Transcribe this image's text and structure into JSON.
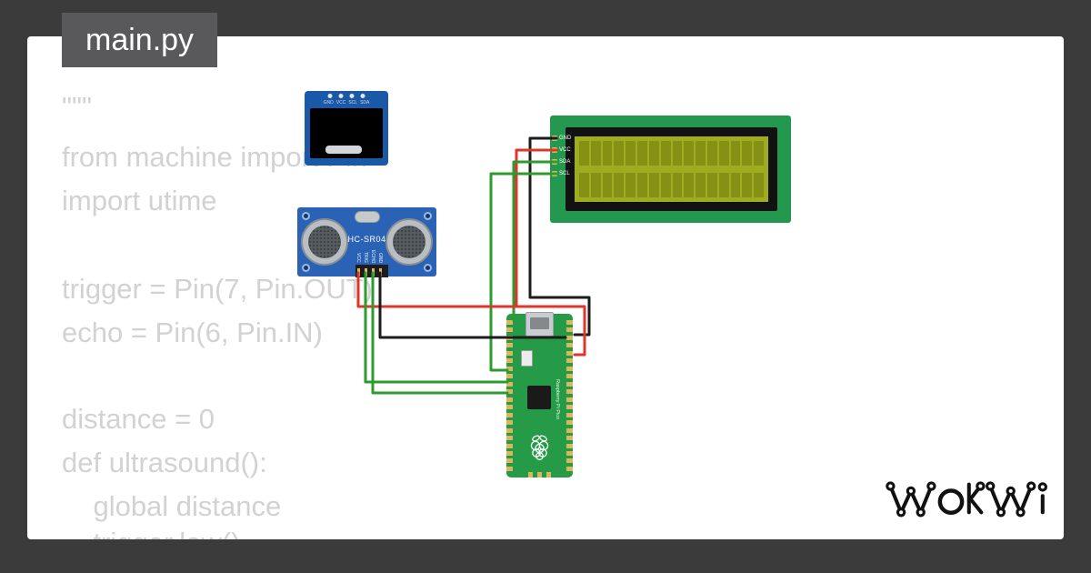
{
  "tab": {
    "label": "main.py"
  },
  "code": {
    "lines": [
      "\"\"\"",
      "from machine import Pin",
      "import utime",
      "",
      "trigger = Pin(7, Pin.OUT)",
      "echo = Pin(6, Pin.IN)",
      "",
      "distance = 0",
      "def ultrasound():",
      "    global distance",
      "    trigger.low()"
    ]
  },
  "components": {
    "oled": {
      "pins": [
        "GND",
        "VCC",
        "SCL",
        "SDA"
      ]
    },
    "ultrasonic": {
      "label": "HC-SR04",
      "pins": [
        "VCC",
        "TRIG",
        "ECHO",
        "GND"
      ]
    },
    "lcd": {
      "pins": [
        "GND",
        "VCC",
        "SDA",
        "SCL"
      ]
    },
    "pico": {
      "board_text": "Raspberry Pi Pico"
    }
  },
  "logo": {
    "text": "WOKWI"
  },
  "colors": {
    "background": "#3b3b3c",
    "card": "#ffffff",
    "tab": "#59595b",
    "code_text": "#d2d2d2",
    "oled_blue": "#1a58a8",
    "sensor_blue": "#2a63b5",
    "lcd_green": "#23984e",
    "lcd_screen": "#9fac20",
    "pico_green": "#259b47",
    "pad_gold": "#d9b75c",
    "wire_red": "#e0352b",
    "wire_green": "#2e9b2e",
    "wire_black": "#1c1c1c"
  }
}
